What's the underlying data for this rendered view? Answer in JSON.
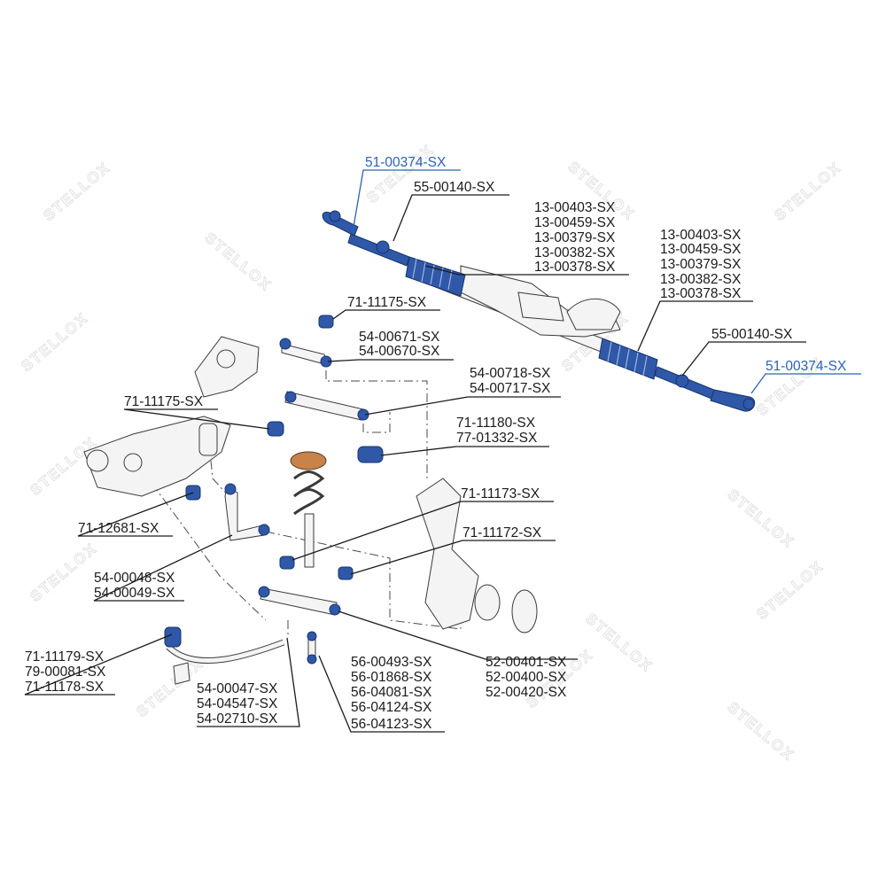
{
  "watermark": {
    "text": "STELLOX"
  },
  "colors": {
    "highlight": "#2b63b5",
    "part_blue": "#2f58a8",
    "text": "#1a1a1a"
  },
  "callouts": {
    "tie_rod_end_left": [
      "51-00374-SX"
    ],
    "tie_rod_left": [
      "55-00140-SX"
    ],
    "boot_left": [
      "13-00403-SX",
      "13-00459-SX",
      "13-00379-SX",
      "13-00382-SX",
      "13-00378-SX"
    ],
    "boot_right": [
      "13-00403-SX",
      "13-00459-SX",
      "13-00379-SX",
      "13-00382-SX",
      "13-00378-SX"
    ],
    "tie_rod_right": [
      "55-00140-SX"
    ],
    "tie_rod_end_right": [
      "51-00374-SX"
    ],
    "bushing_upper": [
      "71-11175-SX"
    ],
    "upper_arm_front": [
      "54-00671-SX",
      "54-00670-SX"
    ],
    "upper_arm_rear": [
      "54-00718-SX",
      "54-00717-SX"
    ],
    "bushing_left": [
      "71-11175-SX"
    ],
    "strut_mount": [
      "71-11180-SX",
      "77-01332-SX"
    ],
    "bushing_lower": [
      "71-11173-SX"
    ],
    "bushing_knuckle": [
      "71-11172-SX"
    ],
    "bushing_subframe": [
      "71-12681-SX"
    ],
    "lower_arm_rear": [
      "54-00048-SX",
      "54-00049-SX"
    ],
    "stabilizer_bushing": [
      "71-11179-SX",
      "79-00081-SX",
      "71-11178-SX"
    ],
    "lower_arm_front": [
      "54-00047-SX",
      "54-04547-SX",
      "54-02710-SX"
    ],
    "stabilizer_link": [
      "56-00493-SX",
      "56-01868-SX",
      "56-04081-SX",
      "56-04124-SX",
      "56-04123-SX"
    ],
    "ball_joint": [
      "52-00401-SX",
      "52-00400-SX",
      "52-00420-SX"
    ]
  }
}
